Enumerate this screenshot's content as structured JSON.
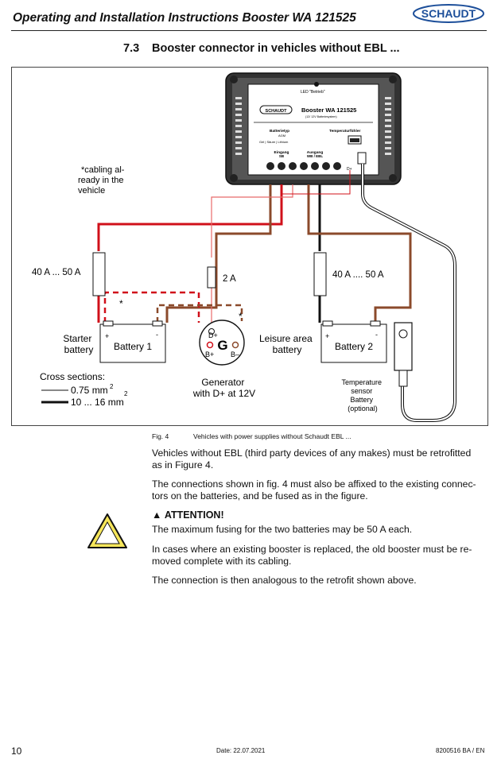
{
  "header": {
    "title": "Operating and Installation Instructions Booster WA 121525",
    "logo_text": "SCHAUDT"
  },
  "section": {
    "number": "7.3",
    "title": "Booster connector in vehicles without EBL ..."
  },
  "figure": {
    "device": {
      "led_label": "LED \"Betrieb\"",
      "brand": "SCHAUDT",
      "name": "Booster  WA 121525",
      "subtitle": "(12/ 12V Batteriesystem)",
      "batterietyp": "Batterietyp",
      "agm": "AGM",
      "types": "Gel | Säure | Lithium",
      "temperatur": "Temperaturfühler",
      "eingang": "Eingang",
      "sb": "SB",
      "ausgang": "Ausgang",
      "wb_ebl": "WB / EBL",
      "dplus": "D+"
    },
    "cabling_note": [
      "*cabling al-",
      "ready in the",
      "vehicle"
    ],
    "fuse_left": "40 A ... 50 A",
    "fuse_mid": "2 A",
    "fuse_right": "40 A .... 50 A",
    "starter_label": [
      "Starter",
      "battery"
    ],
    "battery1": "Battery 1",
    "leisure_label": [
      "Leisure area",
      "battery"
    ],
    "battery2": "Battery 2",
    "plus": "+",
    "minus": "-",
    "star": "*",
    "gen": {
      "g": "G",
      "dplus": "D+",
      "bplus": "B+",
      "bminus": "B–"
    },
    "generator_label": [
      "Generator",
      "with D+ at 12V"
    ],
    "cross_title": "Cross sections:",
    "cross_thin": "0.75 mm",
    "cross_thick": "10 ... 16 mm",
    "cross_sup": "2",
    "sensor_label": [
      "Temperature",
      "sensor",
      "Battery",
      "(optional)"
    ]
  },
  "caption": {
    "number": "Fig. 4",
    "text": "Vehicles with power supplies without Schaudt EBL ..."
  },
  "body": {
    "p1": [
      "Vehicles without EBL (third party devices of any makes) must be retrofitted",
      "as in Figure 4."
    ],
    "p2": [
      "The connections shown in fig. 4 must also be affixed to the existing connec-",
      "tors on the batteries, and be fused as in the figure."
    ],
    "attention": "ATTENTION!",
    "p3": "The maximum fusing for the two batteries may be 50 A each.",
    "p4": [
      "In cases where an existing booster is replaced, the old booster must be re-",
      "moved complete with its cabling."
    ],
    "p5": "The connection is then analogous to the retrofit shown above."
  },
  "footer": {
    "page": "10",
    "date": "Date: 22.07.2021",
    "doc": "8200516 BA / EN"
  },
  "colors": {
    "red": "#d0101a",
    "brown": "#8b4a2b",
    "yellow": "#f6e65a",
    "pink": "#e86a6a"
  }
}
